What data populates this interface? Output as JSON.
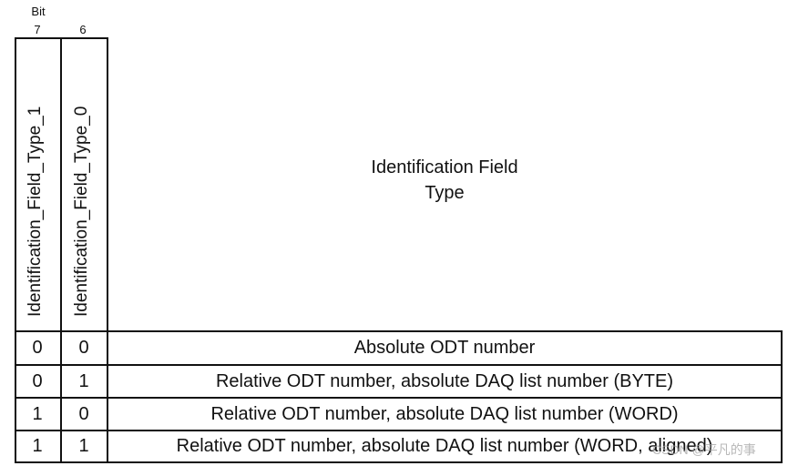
{
  "bit_header": {
    "word": "Bit",
    "bit7": "7",
    "bit6": "6"
  },
  "columns": {
    "bit7_title": "Identification_Field_Type_1",
    "bit6_title": "Identification_Field_Type_0",
    "main_title_line1": "Identification Field",
    "main_title_line2": "Type"
  },
  "rows": [
    {
      "bit7": "0",
      "bit6": "0",
      "desc": "Absolute ODT number"
    },
    {
      "bit7": "0",
      "bit6": "1",
      "desc": "Relative ODT number, absolute DAQ list number (BYTE)"
    },
    {
      "bit7": "1",
      "bit6": "0",
      "desc": "Relative ODT number, absolute DAQ list number (WORD)"
    },
    {
      "bit7": "1",
      "bit6": "1",
      "desc": "Relative ODT number, absolute DAQ list number (WORD, aligned)"
    }
  ],
  "watermark": "CSDN @平凡的事"
}
